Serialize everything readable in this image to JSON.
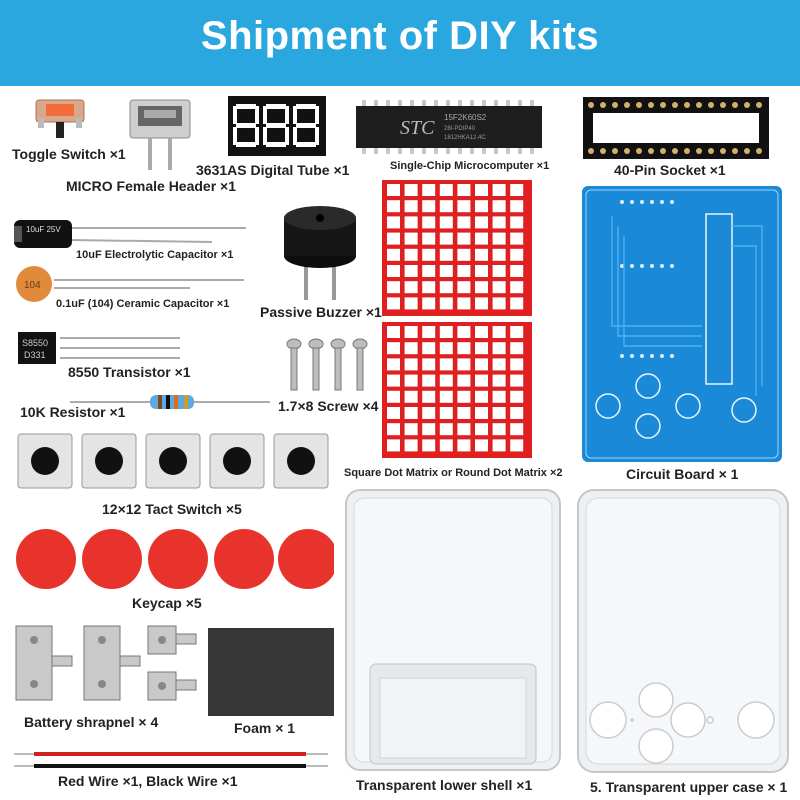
{
  "header": {
    "title": "Shipment of DIY kits"
  },
  "brand": {
    "chip_logo": "STC",
    "chip_part": "15F2K60S2",
    "chip_sub1": "28I-PDIP40",
    "chip_sub2": "1812HKA12.4C",
    "capacitor_text": "10uF 25V",
    "ceramic_text": "104",
    "transistor_text1": "S8550",
    "transistor_text2": "D331"
  },
  "colors": {
    "banner": "#2aa7de",
    "board": "#1a8ad8",
    "keycap": "#e8332d",
    "led_red": "#e02020"
  },
  "items": {
    "toggle_switch": "Toggle Switch ×1",
    "micro_header": "MICRO Female Header ×1",
    "digital_tube": "3631AS Digital Tube ×1",
    "microcomputer": "Single-Chip Microcomputer ×1",
    "socket": "40-Pin Socket ×1",
    "electrolytic": "10uF Electrolytic Capacitor ×1",
    "ceramic": "0.1uF (104) Ceramic Capacitor ×1",
    "buzzer": "Passive Buzzer ×1",
    "transistor": "8550 Transistor ×1",
    "resistor": "10K Resistor ×1",
    "screw": "1.7×8 Screw ×4",
    "dot_matrix": "Square Dot Matrix or Round Dot Matrix ×2",
    "circuit_board": "Circuit Board × 1",
    "tact_switch": "12×12 Tact Switch ×5",
    "keycap": "Keycap ×5",
    "shrapnel": "Battery shrapnel × 4",
    "foam": "Foam × 1",
    "wire": "Red Wire ×1, Black Wire ×1",
    "lower_shell": "Transparent lower shell ×1",
    "upper_case": "5. Transparent upper case × 1"
  }
}
